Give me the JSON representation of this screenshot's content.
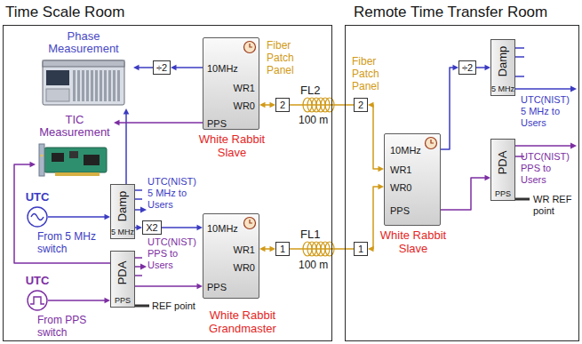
{
  "diagram": {
    "nodes": [
      {
        "text": [
          "Time Scale Room"
        ]
      },
      {
        "text": [
          "Phase Measurement"
        ],
        "in": 0
      },
      {
        "text": [
          "TIC Measurement"
        ],
        "in": 0
      },
      {
        "text": [
          "÷2"
        ],
        "in": 0
      },
      {
        "text": [
          "10MHz",
          "WR1",
          "WR0",
          "PPS",
          "White Rabbit Slave"
        ],
        "in": 0
      },
      {
        "text": [
          "2"
        ],
        "in": 0
      },
      {
        "text": [
          "UTC",
          "From 5 MHz switch"
        ],
        "in": 0
      },
      {
        "text": [
          "Damp",
          "5 MHz"
        ],
        "in": 0
      },
      {
        "text": [
          "X2"
        ],
        "in": 0
      },
      {
        "text": [
          "10MHz",
          "WR1",
          "WR0",
          "PPS",
          "White Rabbit Grandmaster"
        ],
        "in": 0
      },
      {
        "text": [
          "1"
        ],
        "in": 0
      },
      {
        "text": [
          "UTC",
          "From PPS switch"
        ],
        "in": 0
      },
      {
        "text": [
          "PDA",
          "PPS"
        ],
        "in": 0
      },
      {
        "text": [
          "Remote Time Transfer Room"
        ]
      },
      {
        "text": [
          "2"
        ],
        "in": 13
      },
      {
        "text": [
          "÷2"
        ],
        "in": 13
      },
      {
        "text": [
          "Damp",
          "5 MHz"
        ],
        "in": 13
      },
      {
        "text": [
          "10MHz",
          "WR1",
          "WR0",
          "PPS",
          "White Rabbit Slave"
        ],
        "in": 13
      },
      {
        "text": [
          "1"
        ],
        "in": 13
      },
      {
        "text": [
          "PDA",
          "PPS"
        ],
        "in": 13
      }
    ],
    "edges": [
      {
        "from": 4,
        "to": 3,
        "arrow": "to"
      },
      {
        "from": 3,
        "to": 1,
        "arrow": "to"
      },
      {
        "from": 7,
        "to": 1,
        "arrow": "to"
      },
      {
        "from": 4,
        "to": 2,
        "arrow": "to"
      },
      {
        "from": 12,
        "to": 2,
        "arrow": "to"
      },
      {
        "from": 4,
        "to": 5,
        "arrow": "both"
      },
      {
        "from": 5,
        "to": 14,
        "arrow": "none"
      },
      {
        "from": 6,
        "to": 7,
        "arrow": "to"
      },
      {
        "from": 7,
        "to": 8,
        "arrow": "to"
      },
      {
        "from": 8,
        "to": 9,
        "arrow": "to"
      },
      {
        "from": 11,
        "to": 12,
        "arrow": "to"
      },
      {
        "from": 12,
        "to": 9,
        "arrow": "to"
      },
      {
        "from": 9,
        "to": 10,
        "arrow": "both"
      },
      {
        "from": 10,
        "to": 18,
        "arrow": "none"
      },
      {
        "from": 14,
        "to": 17,
        "arrow": "both"
      },
      {
        "from": 18,
        "to": 17,
        "arrow": "both"
      },
      {
        "from": 17,
        "to": 15,
        "arrow": "to"
      },
      {
        "from": 15,
        "to": 16,
        "arrow": "to"
      },
      {
        "from": 17,
        "to": 19,
        "arrow": "to"
      }
    ],
    "labels": [
      "Fiber Patch Panel",
      "FL2",
      "100 m",
      "UTC(NIST) 5 MHz to Users",
      "FL1",
      "100 m",
      "UTC(NIST) PPS to Users",
      "REF point",
      "Fiber Patch Panel",
      "UTC(NIST) 5 MHz to Users",
      "UTC(NIST) PPS to Users",
      "WR REF point"
    ]
  }
}
